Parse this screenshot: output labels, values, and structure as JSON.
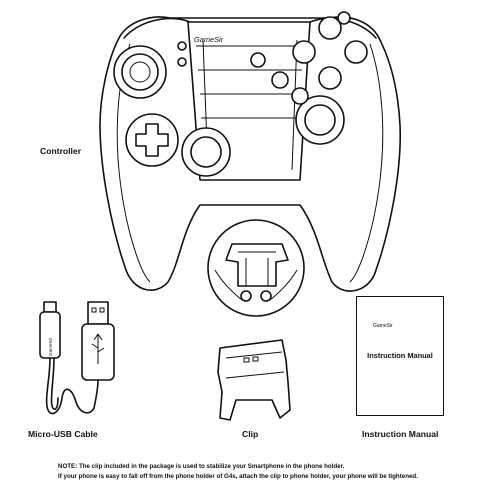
{
  "labels": {
    "controller": "Controller",
    "cable": "Micro-USB Cable",
    "clip": "Clip",
    "manual": "Instruction Manual"
  },
  "manual_cover": {
    "title": "Instruction Manual",
    "brand": "GameSir"
  },
  "controller_brand": "GameSir",
  "cable_brand": "GameSir",
  "notes": [
    "NOTE: The clip included in the package is used to stabilize your Smartphone in the phone holder.",
    "If your phone is easy to fall off from the phone holder of G4s, attach the clip to phone holder, your phone will be tightened."
  ]
}
